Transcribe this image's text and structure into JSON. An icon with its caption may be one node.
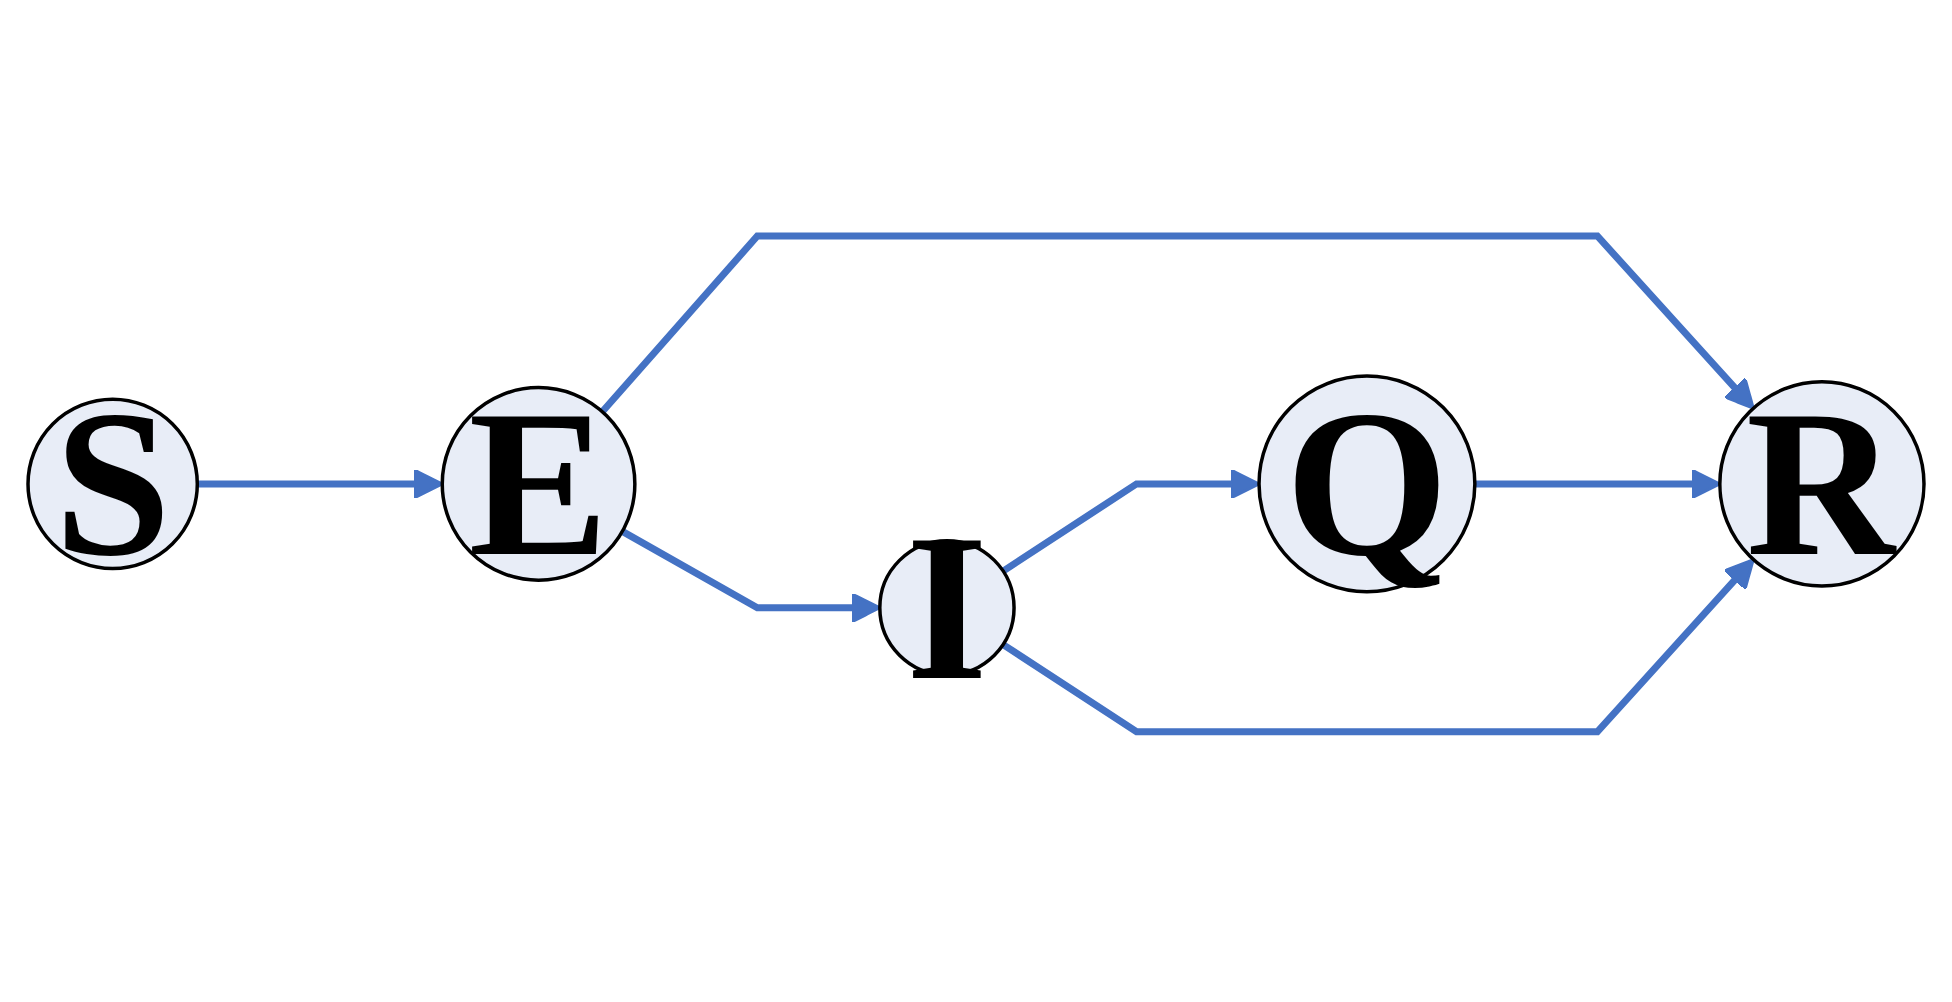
{
  "diagram": {
    "nodes": [
      {
        "text": [
          "S"
        ]
      },
      {
        "text": [
          "E"
        ]
      },
      {
        "text": [
          "I"
        ]
      },
      {
        "text": [
          "Q"
        ]
      },
      {
        "text": [
          "R"
        ]
      }
    ],
    "edges": [
      {
        "from": 0,
        "to": 1,
        "arrow": "to"
      },
      {
        "from": 1,
        "to": 4,
        "arrow": "to"
      },
      {
        "from": 1,
        "to": 2,
        "arrow": "to"
      },
      {
        "from": 2,
        "to": 3,
        "arrow": "to"
      },
      {
        "from": 3,
        "to": 4,
        "arrow": "to"
      },
      {
        "from": 2,
        "to": 4,
        "arrow": "to"
      }
    ]
  }
}
